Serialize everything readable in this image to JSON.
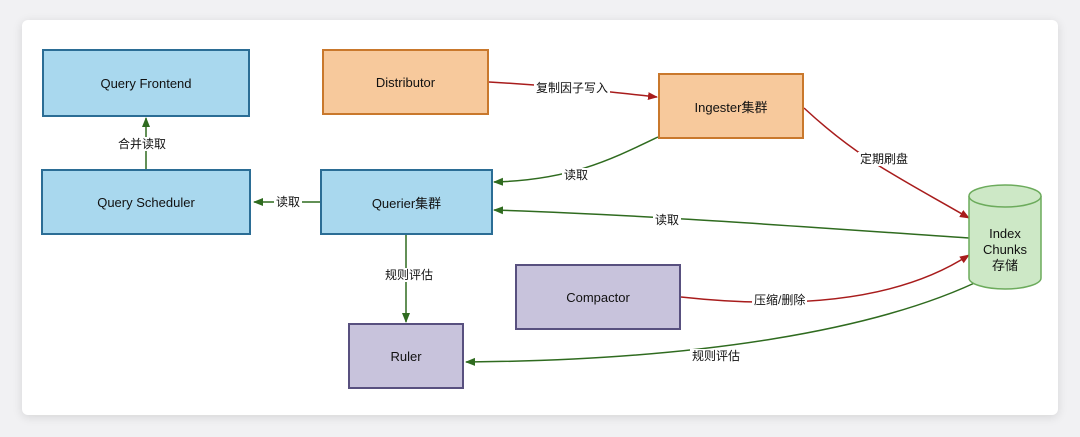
{
  "nodes": {
    "query_frontend": "Query Frontend",
    "query_scheduler": "Query Scheduler",
    "distributor": "Distributor",
    "ingester": "Ingester集群",
    "querier": "Querier集群",
    "compactor": "Compactor",
    "ruler": "Ruler",
    "storage": {
      "line1": "Index",
      "line2": "Chunks",
      "line3": "存储"
    }
  },
  "edges": {
    "merge_read": "合并读取",
    "scheduler_read": "读取",
    "replicate_write": "复制因子写入",
    "ingester_read": "读取",
    "flush": "定期刷盘",
    "storage_read": "读取",
    "rule_eval_querier": "规则评估",
    "compact_delete": "压缩/删除",
    "rule_eval_storage": "规则评估"
  },
  "colors": {
    "arrow_red": "#a81c1c",
    "arrow_green": "#2f6b1f",
    "node_blue": "#a9d8ee",
    "node_orange": "#f7c99c",
    "node_purple": "#c8c3dc",
    "storage_green": "#cde8c6"
  }
}
